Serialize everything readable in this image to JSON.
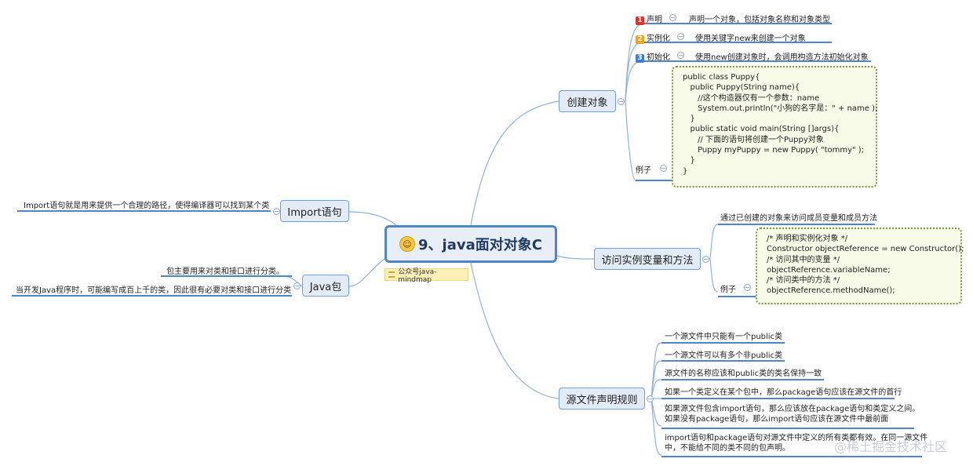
{
  "root": {
    "title": "9、java面对对象C",
    "emoji": "☺",
    "note": "公众号java-mindmap"
  },
  "create": {
    "title": "创建对象",
    "items": [
      {
        "num": "1",
        "color": "#d9342b",
        "label": "声明",
        "desc": "声明一个对象，包括对象名称和对象类型"
      },
      {
        "num": "2",
        "color": "#f2a21b",
        "label": "实例化",
        "desc": "使用关键字new来创建一个对象"
      },
      {
        "num": "3",
        "color": "#3d7fd4",
        "label": "初始化",
        "desc": "使用new创建对象时，会调用构造方法初始化对象"
      }
    ],
    "example_label": "例子",
    "code": "public class Puppy{\n   public Puppy(String name){\n      //这个构造器仅有一个参数：name\n      System.out.println(\"小狗的名字是：\" + name );\n   }\n   public static void main(String []args){\n      // 下面的语句将创建一个Puppy对象\n      Puppy myPuppy = new Puppy( \"tommy\" );\n   }\n}"
  },
  "access": {
    "title": "访问实例变量和方法",
    "desc": "通过已创建的对象来访问成员变量和成员方法",
    "example_label": "例子",
    "code": "/* 声明和实例化对象 */\nConstructor objectReference = new Constructor();\n/* 访问其中的变量 */\nobjectReference.variableName;\n/* 访问类中的方法 */\nobjectReference.methodName();"
  },
  "rules": {
    "title": "源文件声明规则",
    "items": [
      "一个源文件中只能有一个public类",
      "一个源文件可以有多个非public类",
      "源文件的名称应该和public类的类名保持一致",
      "如果一个类定义在某个包中，那么package语句应该在源文件的首行",
      "如果源文件包含import语句，那么应该放在package语句和类定义之间。\n如果没有package语句，那么import语句应该在源文件中最前面",
      "import语句和package语句对源文件中定义的所有类都有效。在同一源文件\n中，不能给不同的类不同的包声明。"
    ]
  },
  "import": {
    "title": "Import语句",
    "desc": "Import语句就是用来提供一个合理的路径，使得编译器可以找到某个类"
  },
  "package": {
    "title": "Java包",
    "items": [
      "包主要用来对类和接口进行分类。",
      "当开发Java程序时，可能编写成百上千的类，因此很有必要对类和接口进行分类"
    ]
  },
  "watermark": "@稀土掘金技术社区",
  "colors": {
    "accent": "#4f86c6",
    "code_border": "#7a9a3a"
  }
}
